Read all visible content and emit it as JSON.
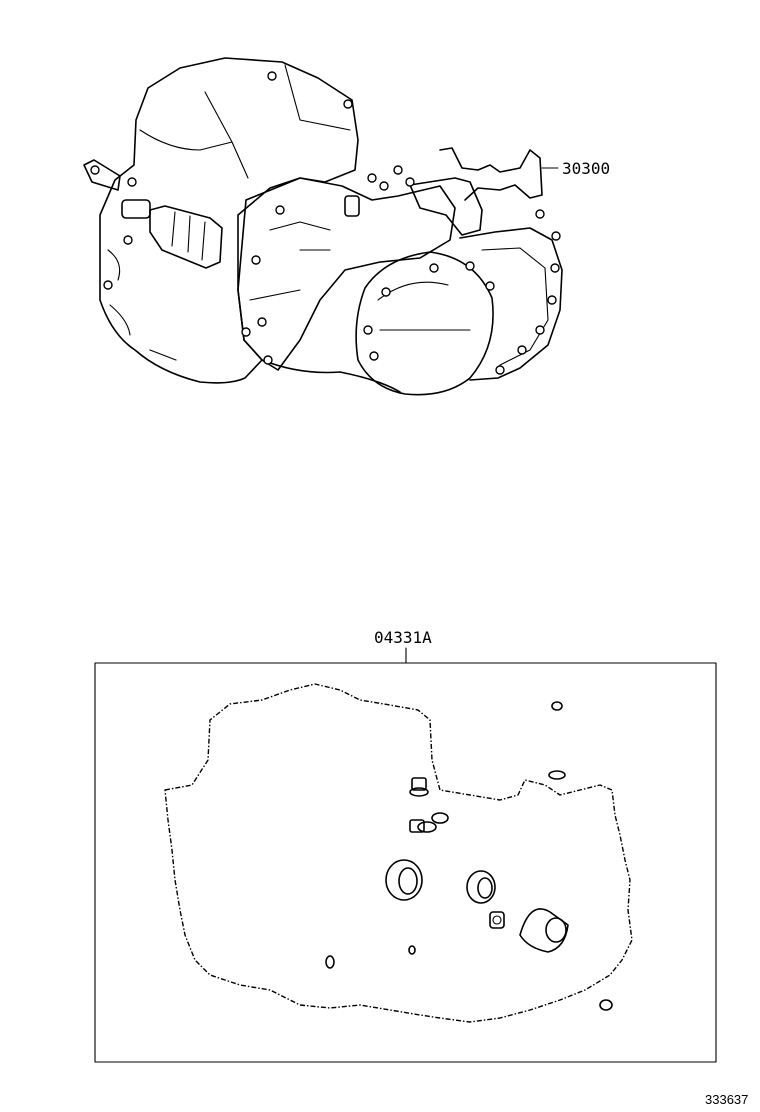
{
  "labels": {
    "transaxle_part_number": "30300",
    "gasket_kit_part_number": "04331A",
    "diagram_reference": "333637"
  }
}
